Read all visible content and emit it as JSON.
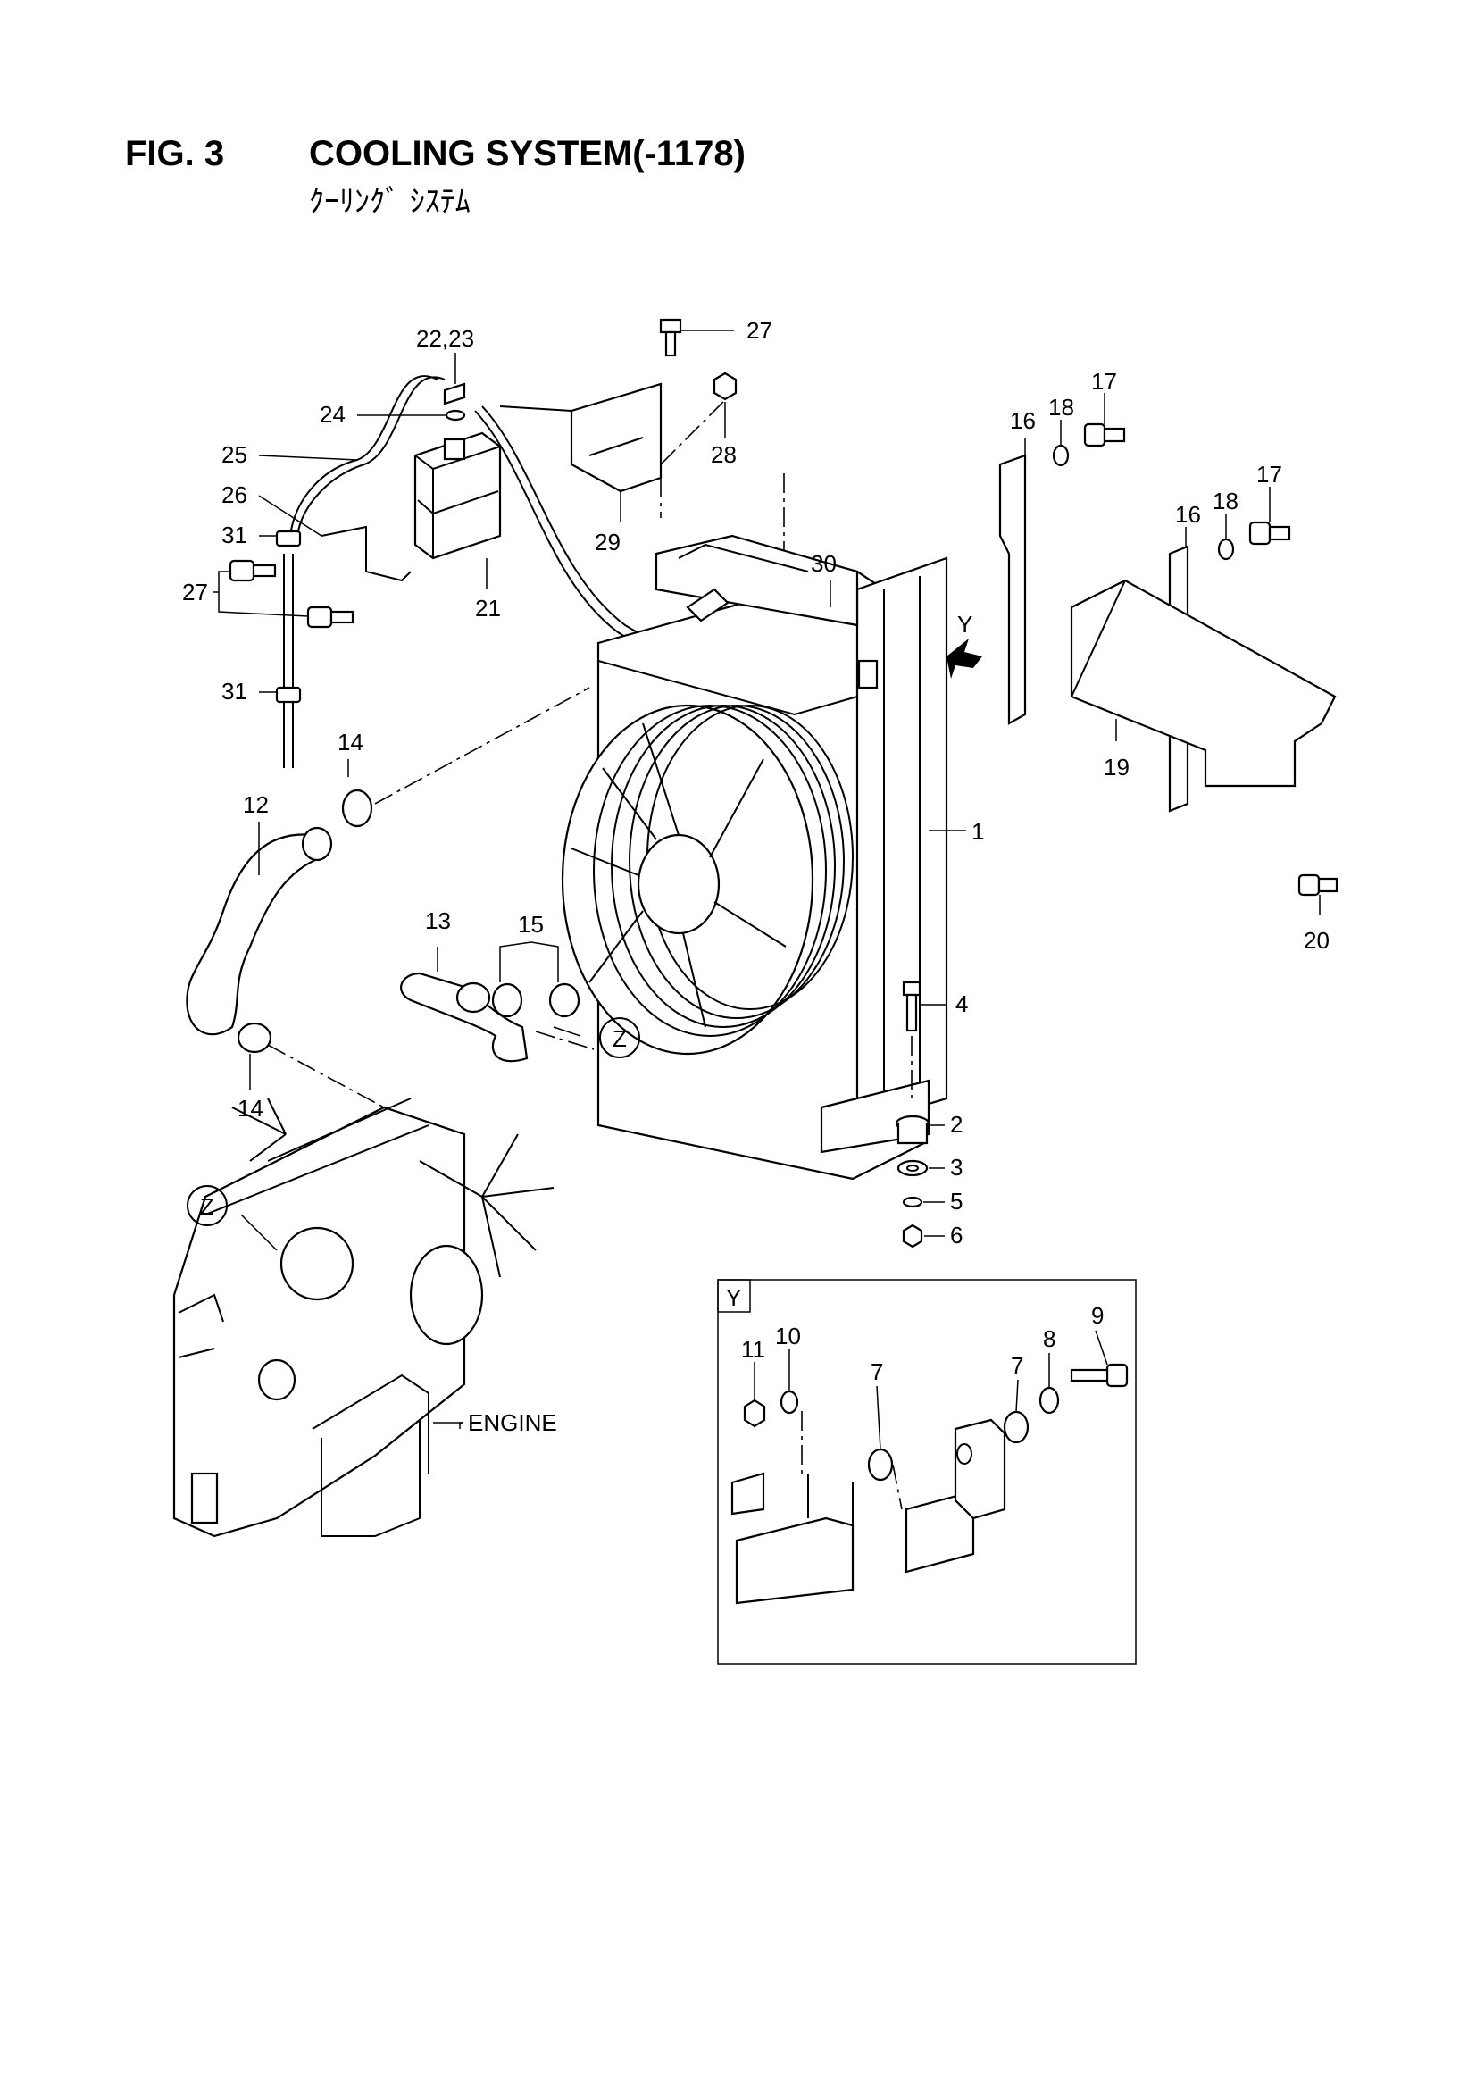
{
  "header": {
    "fig_no": "FIG. 3",
    "title": "COOLING SYSTEM(-1178)",
    "subtitle": "ｸｰﾘﾝｸﾞ ｼｽﾃﾑ"
  },
  "callouts": {
    "c1": "1",
    "c2": "2",
    "c3": "3",
    "c4": "4",
    "c5": "5",
    "c6": "6",
    "c12": "12",
    "c13": "13",
    "c14a": "14",
    "c14b": "14",
    "c15": "15",
    "c16a": "16",
    "c16b": "16",
    "c17a": "17",
    "c17b": "17",
    "c18a": "18",
    "c18b": "18",
    "c19": "19",
    "c20": "20",
    "c21": "21",
    "c22_23": "22,23",
    "c24": "24",
    "c25": "25",
    "c26": "26",
    "c27a": "27",
    "c27b": "27",
    "c28": "28",
    "c29": "29",
    "c30": "30",
    "c31a": "31",
    "c31b": "31",
    "view_y": "Y",
    "view_z_engine": "Z",
    "view_z_hose": "Z",
    "engine": "ENGINE"
  },
  "detail_y": {
    "label": "Y",
    "c7a": "7",
    "c7b": "7",
    "c8": "8",
    "c9": "9",
    "c10": "10",
    "c11": "11"
  },
  "colors": {
    "line": "#000000",
    "background": "#ffffff"
  }
}
